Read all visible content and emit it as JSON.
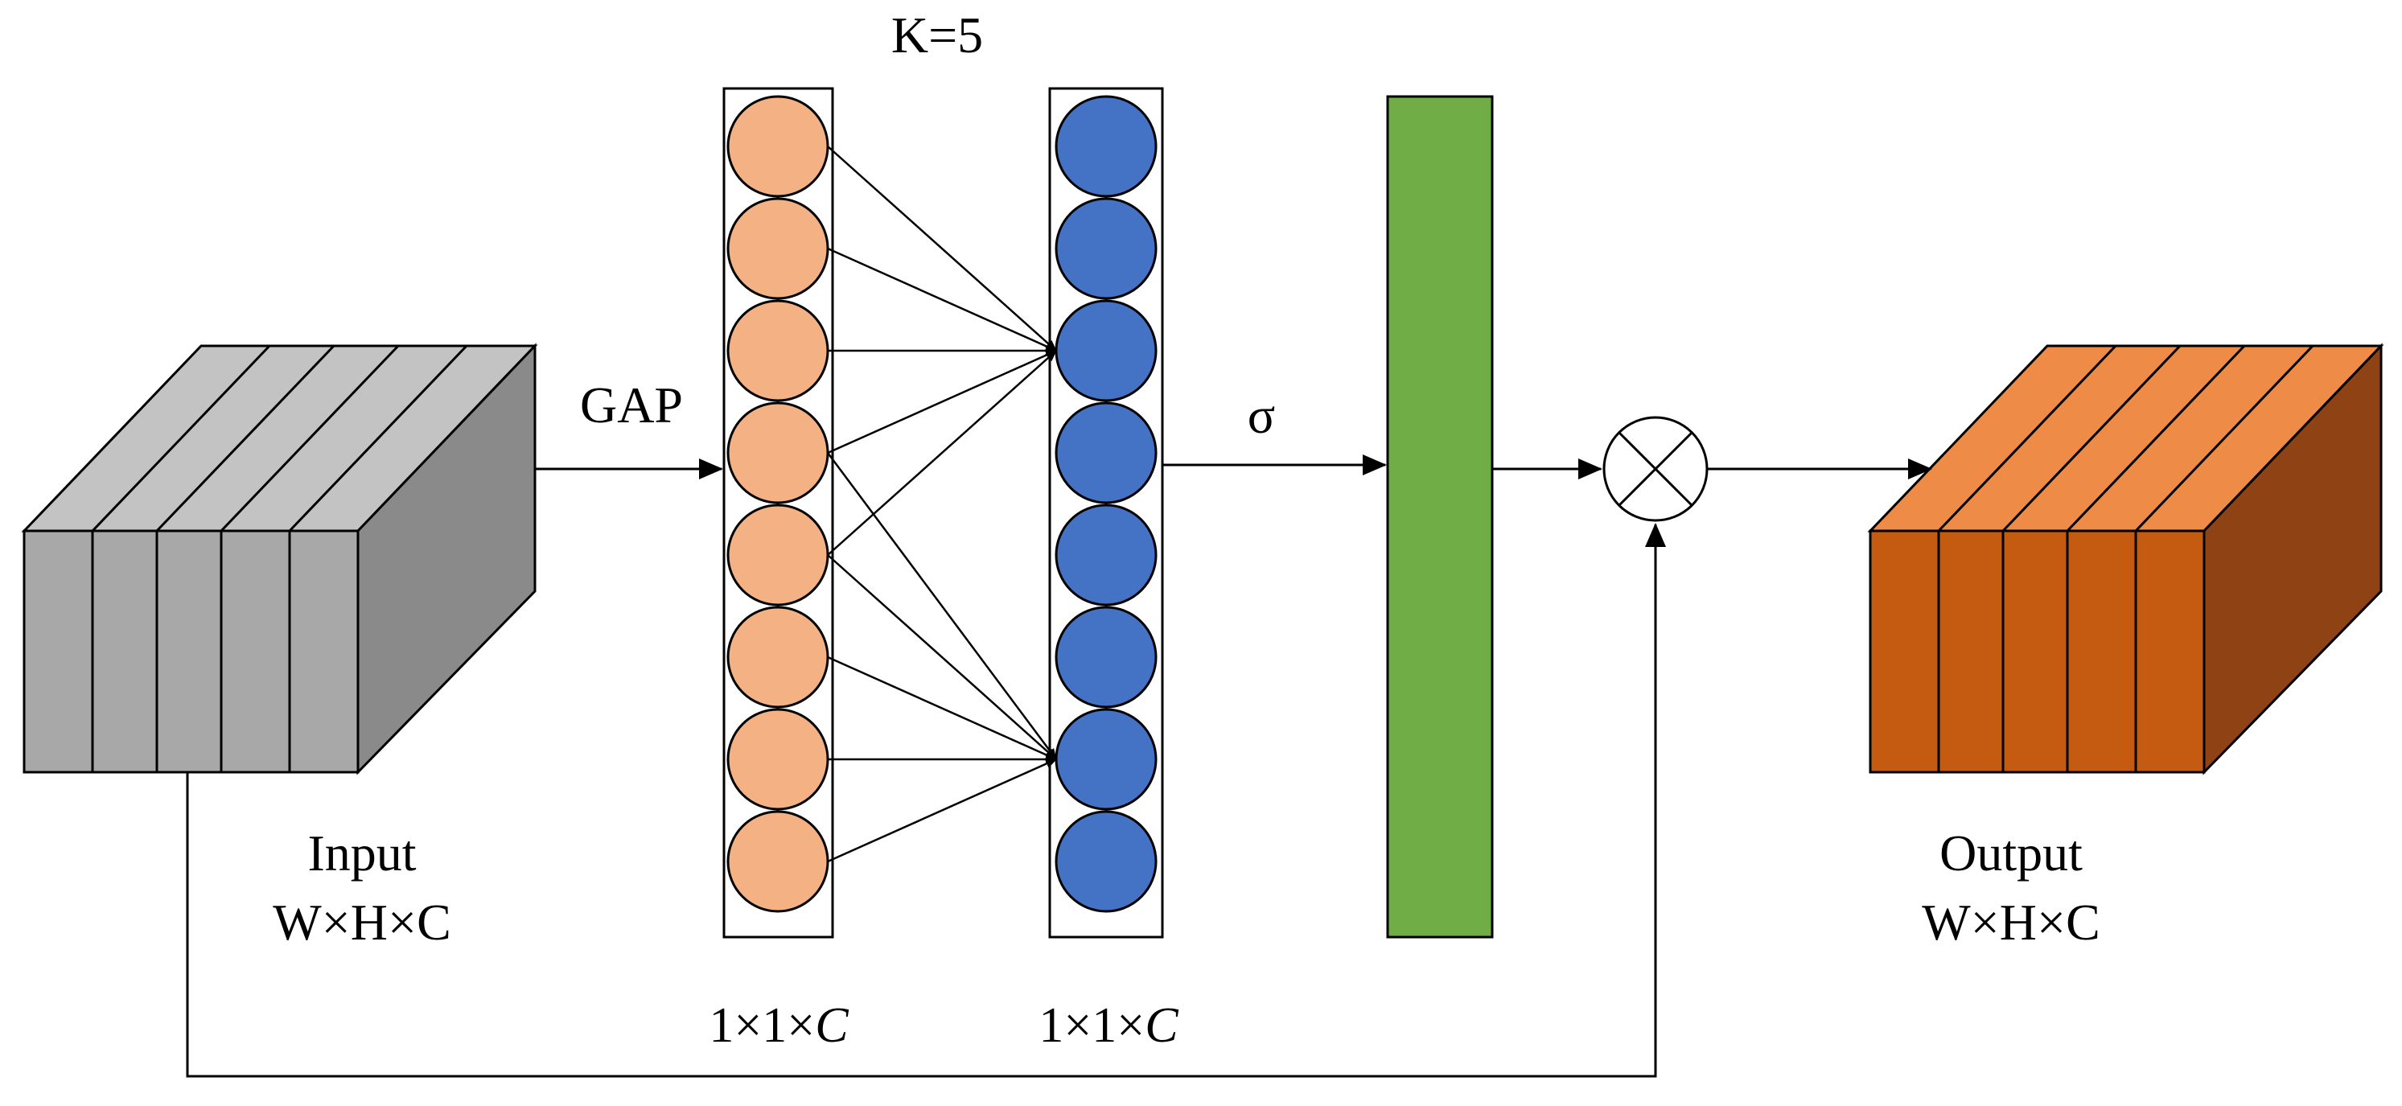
{
  "labels": {
    "kernel": "K=5",
    "gap": "GAP",
    "sigma": "σ",
    "input_title": "Input",
    "input_dims": "W×H×C",
    "output_title": "Output",
    "output_dims": "W×H×C",
    "vector1_prefix": "1×1×",
    "vector1_channel": "C",
    "vector2_prefix": "1×1×",
    "vector2_channel": "C"
  },
  "nodes": {
    "pooled_vector_count": 8,
    "conv_vector_count": 8
  },
  "colors": {
    "input_front": "#a8a8a8",
    "input_top": "#c3c3c3",
    "input_side": "#8a8a8a",
    "pooled_circle": "#f4b183",
    "conv_circle": "#4472c4",
    "sigmoid_bar": "#70ad47",
    "output_front": "#c55a11",
    "output_top": "#ed8b47",
    "output_side": "#8f4213"
  },
  "icons": {
    "multiply": "circled-times-icon"
  }
}
